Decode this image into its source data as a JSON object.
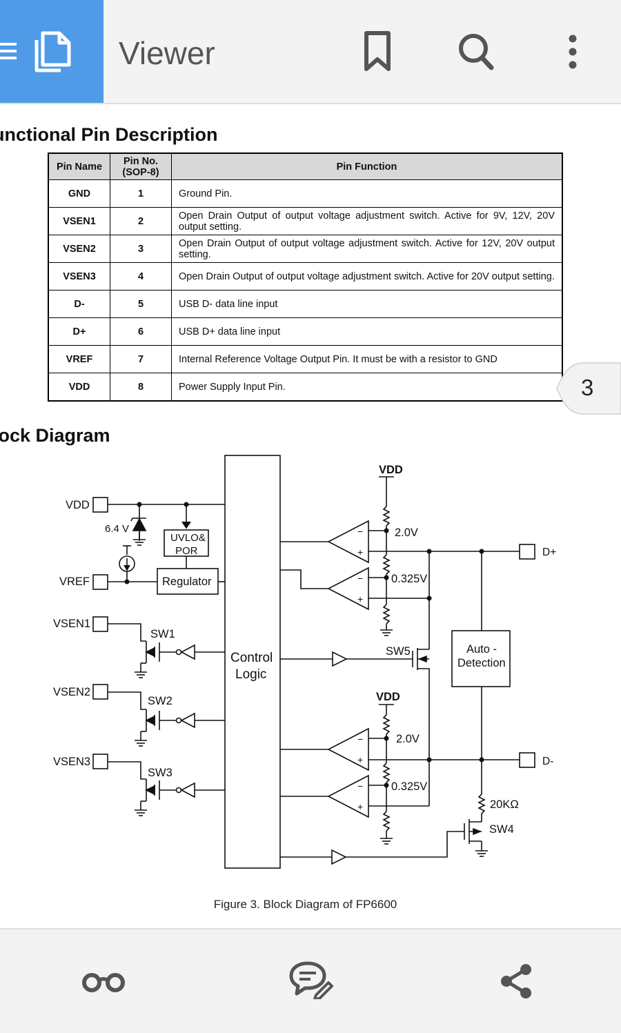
{
  "toolbar": {
    "title": "Viewer",
    "icons": [
      "menu-icon",
      "document-icon",
      "bookmark-icon",
      "search-icon",
      "more-vertical-icon"
    ]
  },
  "document": {
    "section1_title": "unctional Pin Description",
    "table": {
      "headers": [
        "Pin Name",
        "Pin No. (SOP-8)",
        "Pin Function"
      ],
      "rows": [
        {
          "name": "GND",
          "no": "1",
          "func": "Ground Pin."
        },
        {
          "name": "VSEN1",
          "no": "2",
          "func": "Open Drain Output of output voltage adjustment switch. Active for 9V, 12V, 20V output setting."
        },
        {
          "name": "VSEN2",
          "no": "3",
          "func": "Open Drain Output of output voltage adjustment switch. Active for 12V, 20V output setting."
        },
        {
          "name": "VSEN3",
          "no": "4",
          "func": "Open Drain Output of output voltage adjustment switch. Active for 20V output setting."
        },
        {
          "name": "D-",
          "no": "5",
          "func": "USB D- data line input"
        },
        {
          "name": "D+",
          "no": "6",
          "func": "USB D+ data line input"
        },
        {
          "name": "VREF",
          "no": "7",
          "func": "Internal Reference Voltage Output Pin. It must be with a resistor to GND"
        },
        {
          "name": "VDD",
          "no": "8",
          "func": "Power Supply Input Pin."
        }
      ]
    },
    "section2_title": "lock Diagram",
    "diagram": {
      "vdd_pin": "VDD",
      "zener": "6.4 V",
      "uvlo1": "UVLO&",
      "uvlo2": "POR",
      "regulator": "Regulator",
      "vref_pin": "VREF",
      "vsen1": "VSEN1",
      "vsen2": "VSEN2",
      "vsen3": "VSEN3",
      "sw1": "SW1",
      "sw2": "SW2",
      "sw3": "SW3",
      "sw4": "SW4",
      "sw5": "SW5",
      "control1": "Control",
      "control2": "Logic",
      "vdd_top": "VDD",
      "vdd_mid": "VDD",
      "v20a": "2.0V",
      "v0325a": "0.325V",
      "v20b": "2.0V",
      "v0325b": "0.325V",
      "auto1": "Auto -",
      "auto2": "Detection",
      "dplus": "D+",
      "dminus": "D-",
      "r20k": "20KΩ",
      "minus": "−",
      "plus": "+"
    },
    "caption": "Figure 3. Block Diagram of FP6600",
    "page_number": "3"
  },
  "bottombar": {
    "icons": [
      "reading-glasses-icon",
      "comment-edit-icon",
      "share-icon"
    ]
  }
}
